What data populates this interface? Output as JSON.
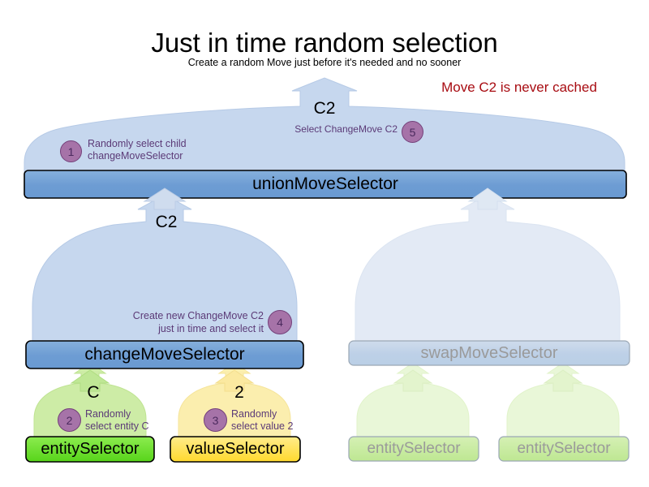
{
  "header": {
    "title": "Just in time random selection",
    "subtitle": "Create a random Move just before it's needed and no sooner",
    "note": "Move C2 is never cached",
    "note_color": "#a80c12"
  },
  "colors": {
    "dome_blue_fill": "#c6d7ee",
    "dome_blue_stroke": "#b1c7e4",
    "dome_blue_faded_fill": "#e3eaf5",
    "bar_blue_fill": "#6f9ed4",
    "bar_blue_top": "#85aedb",
    "bar_blue_faded": "#bdd0e7",
    "dome_green_fill": "#cdeca6",
    "dome_green_faded": "#e9f7d8",
    "box_green_fill": "#6ee02a",
    "box_green_faded": "#c5ea9b",
    "dome_yellow_fill": "#fbeeae",
    "box_yellow_fill": "#ffe14f",
    "badge_fill": "#a673a8",
    "badge_stroke": "#74407a",
    "annot_text": "#5b3a77",
    "faded_text": "#9a9a9a"
  },
  "nodes": {
    "union": "unionMoveSelector",
    "change": "changeMoveSelector",
    "swap": "swapMoveSelector",
    "entity_left": "entitySelector",
    "value_left": "valueSelector",
    "entity_right_1": "entitySelector",
    "entity_right_2": "entitySelector"
  },
  "move_labels": {
    "top_c2": "C2",
    "mid_c2": "C2",
    "entity_c": "C",
    "value_2": "2"
  },
  "annotations": [
    {
      "number": "1",
      "line1": "Randomly select child",
      "line2": "changeMoveSelector"
    },
    {
      "number": "2",
      "line1": "Randomly",
      "line2": "select entity C"
    },
    {
      "number": "3",
      "line1": "Randomly",
      "line2": "select value 2"
    },
    {
      "number": "4",
      "line1": "Create new ChangeMove C2",
      "line2": "just in time and select it"
    },
    {
      "number": "5",
      "line1": "Select ChangeMove C2",
      "line2": ""
    }
  ]
}
